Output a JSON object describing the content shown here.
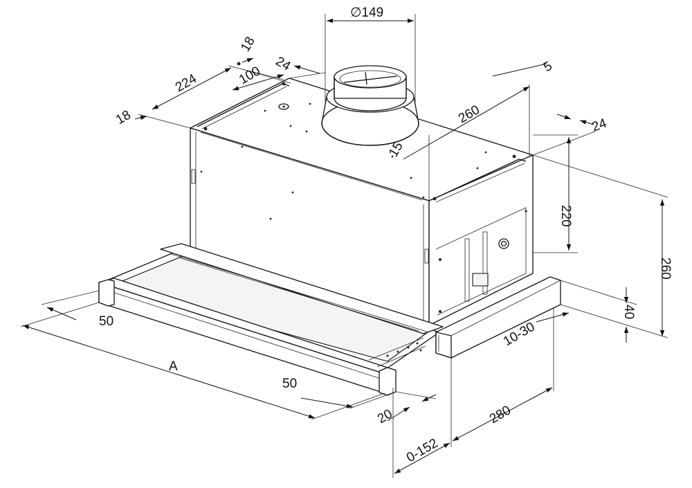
{
  "dimensions": {
    "duct_diameter": "∅149",
    "d18_top": "18",
    "d24_top": "24",
    "d100": "100",
    "d224": "224",
    "d18_left": "18",
    "d5": "5",
    "d260_top": "260",
    "d24_right": "24",
    "d15": "15",
    "d220": "220",
    "d260_right": "260",
    "d40": "40",
    "d10_30": "10-30",
    "d50_left": "50",
    "dA": "A",
    "d50_front": "50",
    "d20": "20",
    "d280": "280",
    "d0_152": "0-152"
  }
}
